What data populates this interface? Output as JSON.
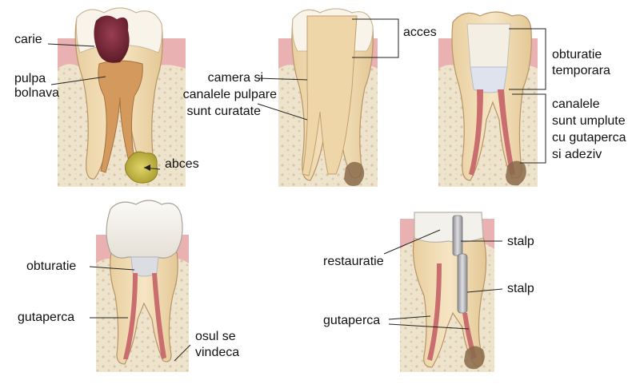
{
  "panels": {
    "p1": {
      "carie": "carie",
      "pulpa_1": "pulpa",
      "pulpa_2": "bolnava",
      "abces": "abces"
    },
    "p2": {
      "acces": "acces",
      "line1": "camera si",
      "line2": "canalele pulpare",
      "line3": "sunt curatate"
    },
    "p3": {
      "obt1": "obturatie",
      "obt2": "temporara",
      "can1": "canalele",
      "can2": "sunt umplute",
      "can3": "cu gutaperca",
      "can4": "si adeziv"
    },
    "p4": {
      "obturatie": "obturatie",
      "gutaperca": "gutaperca",
      "os1": "osul se",
      "os2": "vindeca"
    },
    "p5": {
      "restauratie": "restauratie",
      "stalp_1": "stalp",
      "stalp_2": "stalp",
      "gutaperca": "gutaperca"
    }
  },
  "colors": {
    "bone": "#eee3cc",
    "bone_dot": "#d9c6a3",
    "gum": "#eab1b3",
    "dentin": "#f1dcb4",
    "enamel": "#f8f4ea",
    "pulp": "#cf8e8e",
    "decay": "#7b2a38",
    "abscess": "#cdbf4a",
    "filling": "#dcdde3",
    "crown": "#f3f1ec",
    "post": "#a9a9ad",
    "gutta": "#c96d6f",
    "line": "#333333"
  }
}
